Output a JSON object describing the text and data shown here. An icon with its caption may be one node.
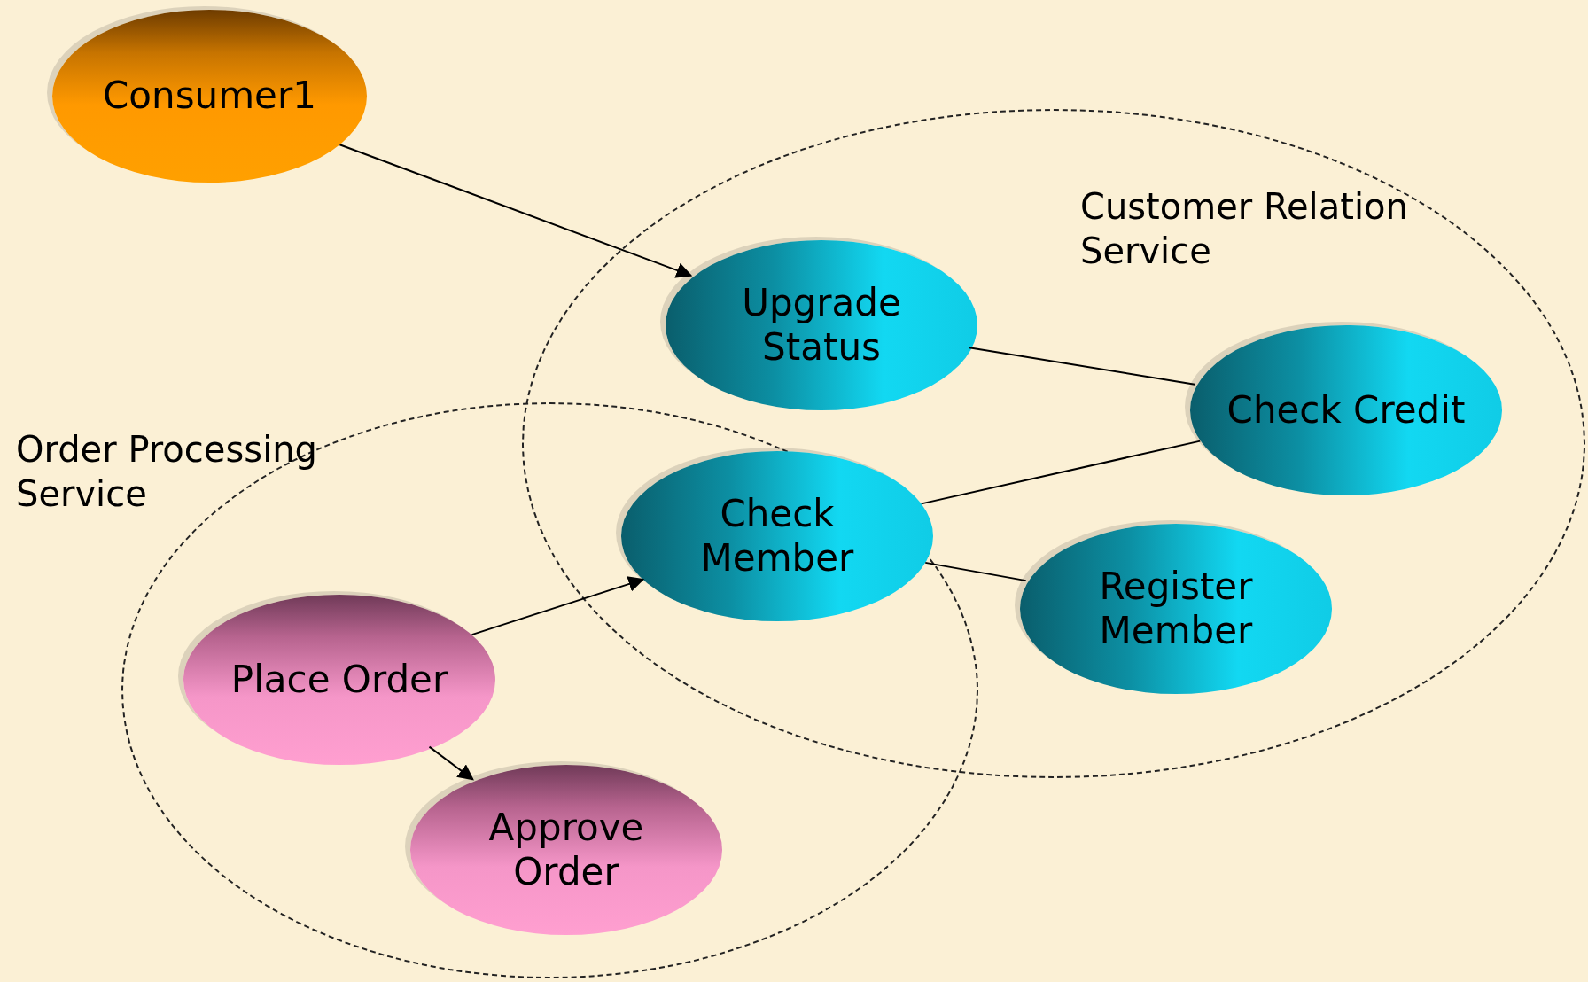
{
  "diagram": {
    "nodes": [
      {
        "text": [
          "Consumer1"
        ]
      },
      {
        "text": [
          "Customer Relation Service"
        ]
      },
      {
        "text": [
          "Upgrade Status"
        ],
        "in": 1
      },
      {
        "text": [
          "Check Credit"
        ],
        "in": 1
      },
      {
        "text": [
          "Order Processing Service"
        ]
      },
      {
        "text": [
          "Check Member"
        ]
      },
      {
        "text": [
          "Register Member"
        ],
        "in": 1
      },
      {
        "text": [
          "Place Order"
        ],
        "in": 4
      },
      {
        "text": [
          "Approve Order"
        ],
        "in": 4
      }
    ],
    "edges": [
      {
        "from": 0,
        "to": 2,
        "arrow": "to"
      },
      {
        "from": 2,
        "to": 3,
        "arrow": "none"
      },
      {
        "from": 5,
        "to": 3,
        "arrow": "none"
      },
      {
        "from": 5,
        "to": 6,
        "arrow": "none"
      },
      {
        "from": 7,
        "to": 5,
        "arrow": "to"
      },
      {
        "from": 7,
        "to": 8,
        "arrow": "to"
      }
    ]
  }
}
